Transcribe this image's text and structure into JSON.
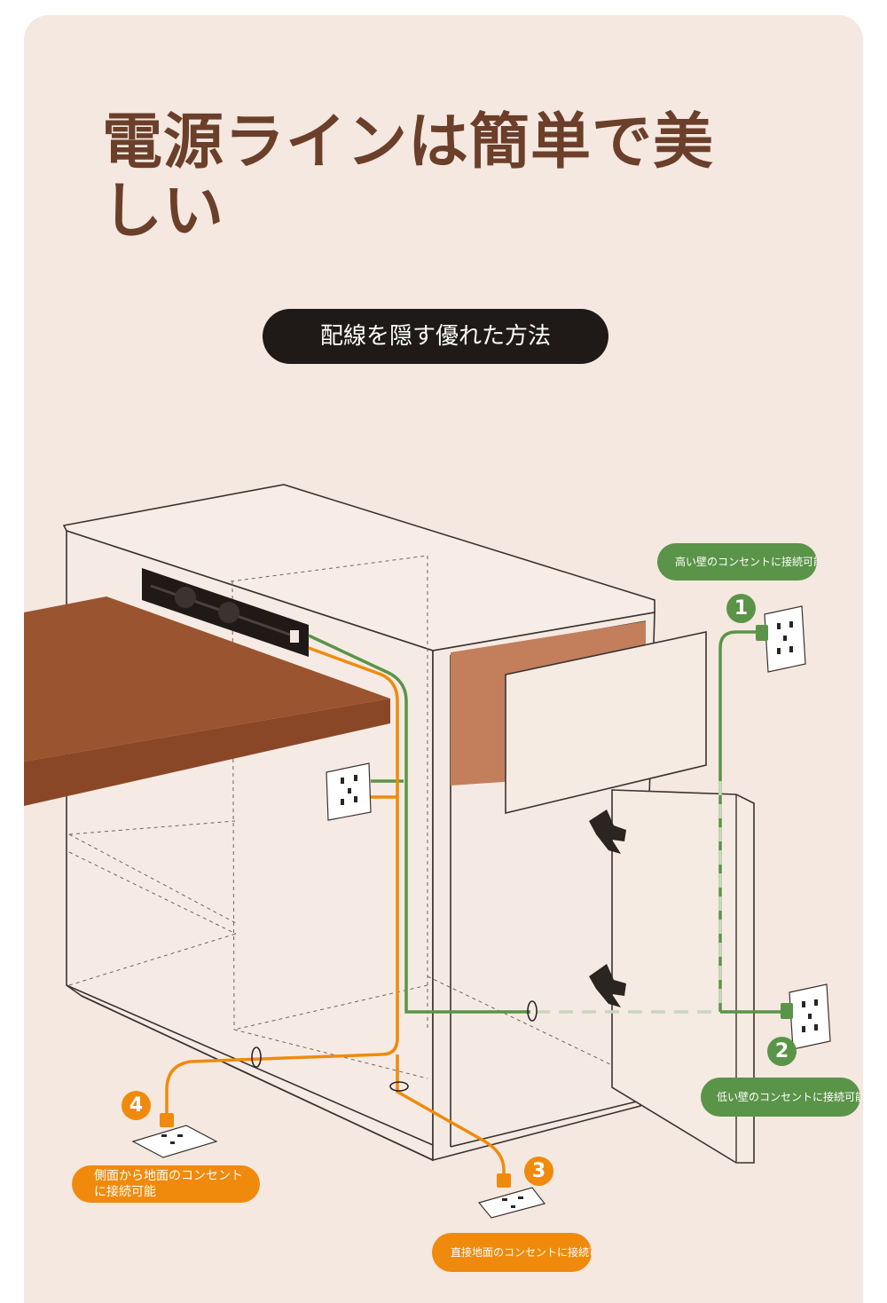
{
  "headline": "電源ラインは簡単で美しい",
  "subtitle": "配線を隠す優れた方法",
  "options": [
    {
      "number": "1",
      "label": "高い壁のコンセントに接続可能"
    },
    {
      "number": "2",
      "label": "低い壁のコンセントに接続可能"
    },
    {
      "number": "3",
      "label": "直接地面のコンセントに接続可能"
    },
    {
      "number": "4",
      "label": "側面から地面のコンセントに接続可能"
    }
  ],
  "colors": {
    "background": "#f4e8e0",
    "headline": "#6b3f2a",
    "green_cable": "#5a9448",
    "orange_cable": "#f08a0c",
    "desk_top": "#9b5430",
    "power_strip": "#1f1a17"
  },
  "icons": [
    "power-strip-icon",
    "wall-outlet-icon",
    "floor-outlet-icon",
    "plug-icon",
    "hinge-icon"
  ]
}
